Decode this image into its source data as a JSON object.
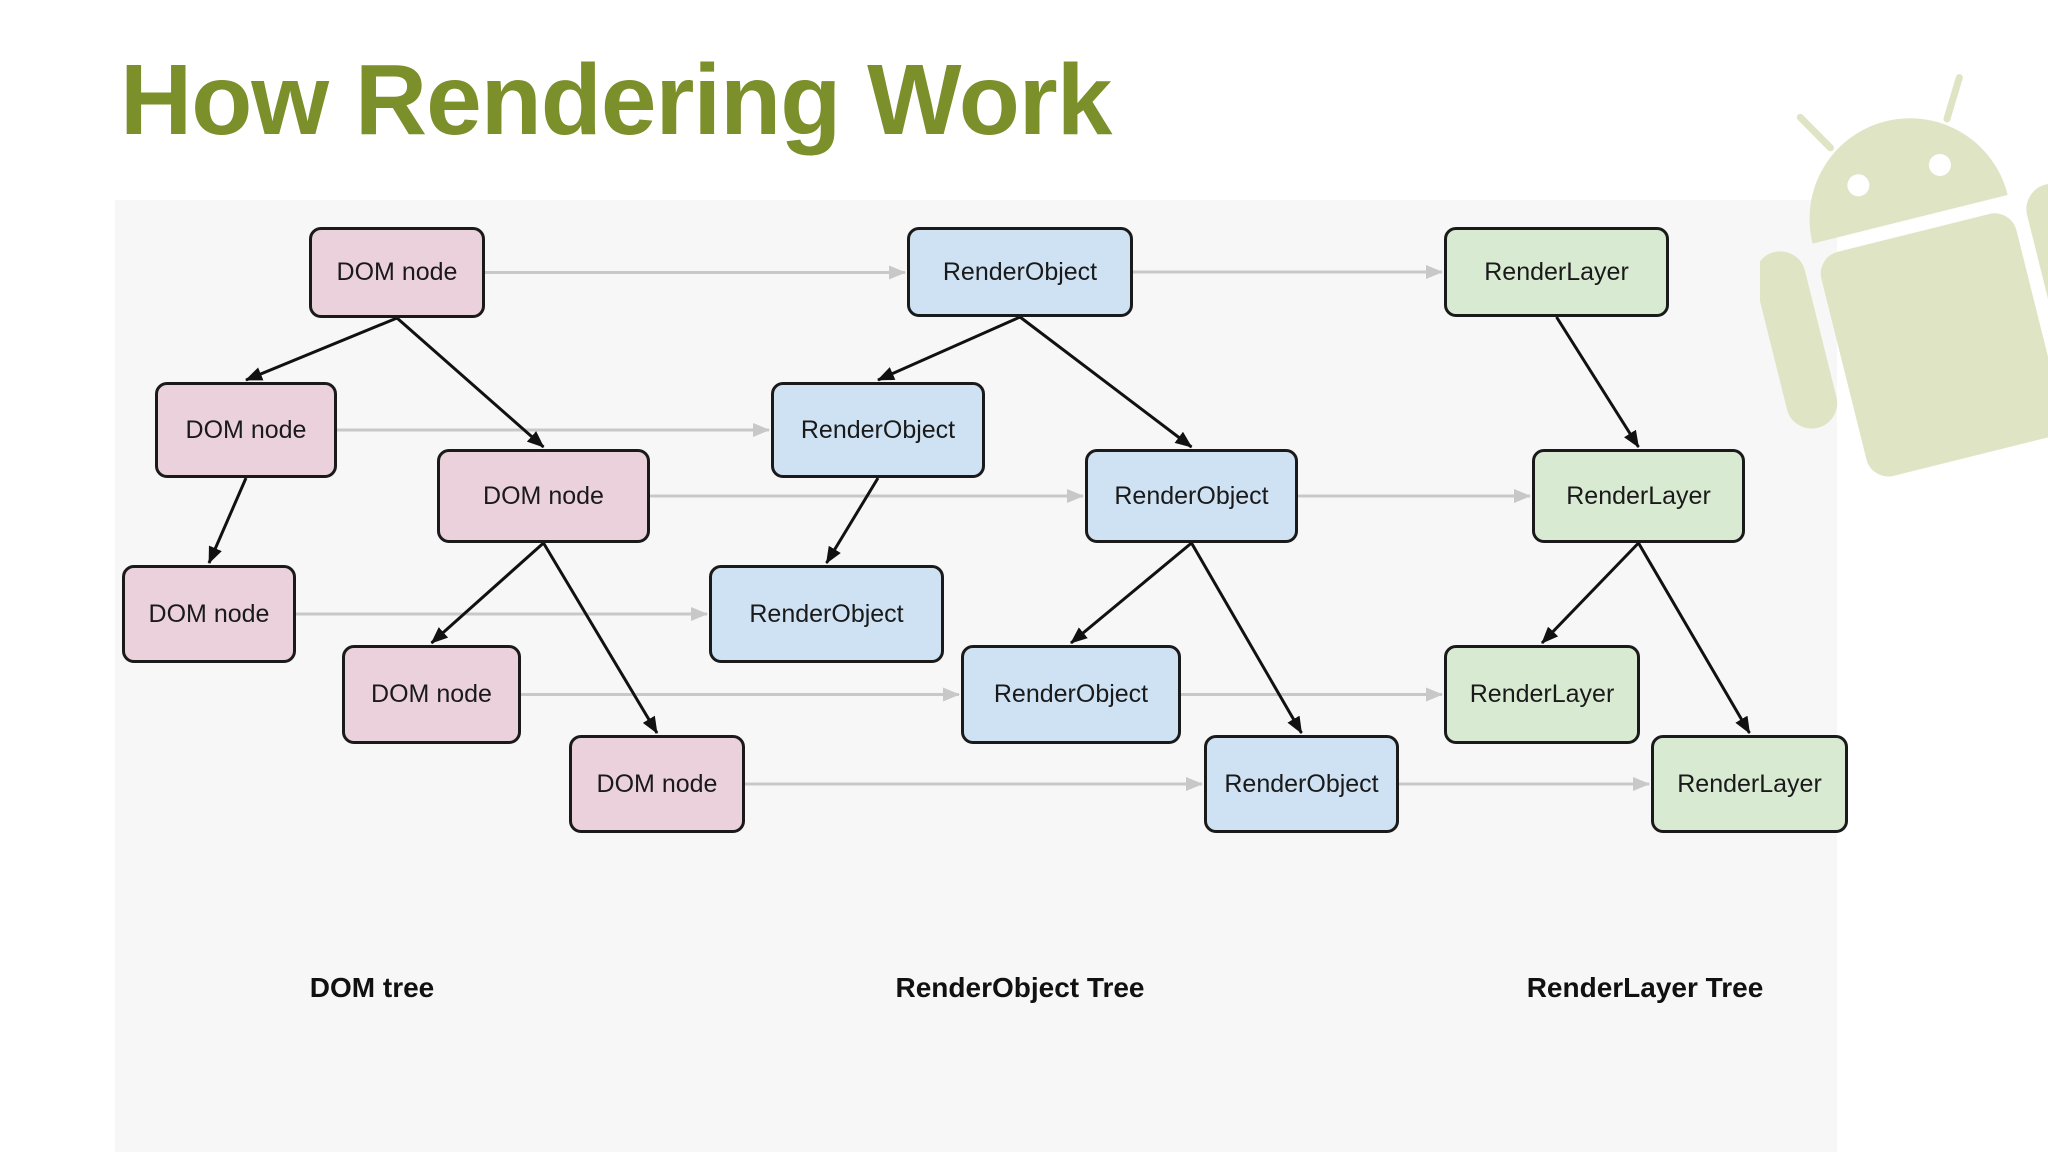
{
  "title": "How Rendering Work",
  "colors": {
    "title": "#7b8f2a",
    "dom_fill": "#ead1dc",
    "renderobject_fill": "#cfe2f3",
    "renderlayer_fill": "#d9ead3",
    "border": "#1a1a1a",
    "tree_edge": "#111111",
    "map_edge": "#c8c8c8",
    "mascot": "#dfe5c4"
  },
  "icons": {
    "mascot": "android-robot-icon"
  },
  "nodes": {
    "dom": [
      "DOM node",
      "DOM node",
      "DOM node",
      "DOM node",
      "DOM node",
      "DOM node"
    ],
    "renderobject": [
      "RenderObject",
      "RenderObject",
      "RenderObject",
      "RenderObject",
      "RenderObject",
      "RenderObject"
    ],
    "renderlayer": [
      "RenderLayer",
      "RenderLayer",
      "RenderLayer",
      "RenderLayer"
    ]
  },
  "edges": {
    "tree": [
      [
        "dom-0",
        "dom-1"
      ],
      [
        "dom-0",
        "dom-3"
      ],
      [
        "dom-1",
        "dom-2"
      ],
      [
        "dom-3",
        "dom-4"
      ],
      [
        "dom-3",
        "dom-5"
      ],
      [
        "ro-0",
        "ro-1"
      ],
      [
        "ro-0",
        "ro-3"
      ],
      [
        "ro-1",
        "ro-2"
      ],
      [
        "ro-3",
        "ro-4"
      ],
      [
        "ro-3",
        "ro-5"
      ],
      [
        "rl-0",
        "rl-1"
      ],
      [
        "rl-1",
        "rl-2"
      ],
      [
        "rl-1",
        "rl-3"
      ]
    ],
    "mapping": [
      [
        "dom-0",
        "ro-0"
      ],
      [
        "dom-1",
        "ro-1"
      ],
      [
        "dom-2",
        "ro-2"
      ],
      [
        "dom-3",
        "ro-3"
      ],
      [
        "dom-4",
        "ro-4"
      ],
      [
        "dom-5",
        "ro-5"
      ],
      [
        "ro-0",
        "rl-0"
      ],
      [
        "ro-3",
        "rl-1"
      ],
      [
        "ro-4",
        "rl-2"
      ],
      [
        "ro-5",
        "rl-3"
      ]
    ]
  },
  "tree_labels": {
    "dom": "DOM tree",
    "renderobject": "RenderObject Tree",
    "renderlayer": "RenderLayer Tree"
  }
}
